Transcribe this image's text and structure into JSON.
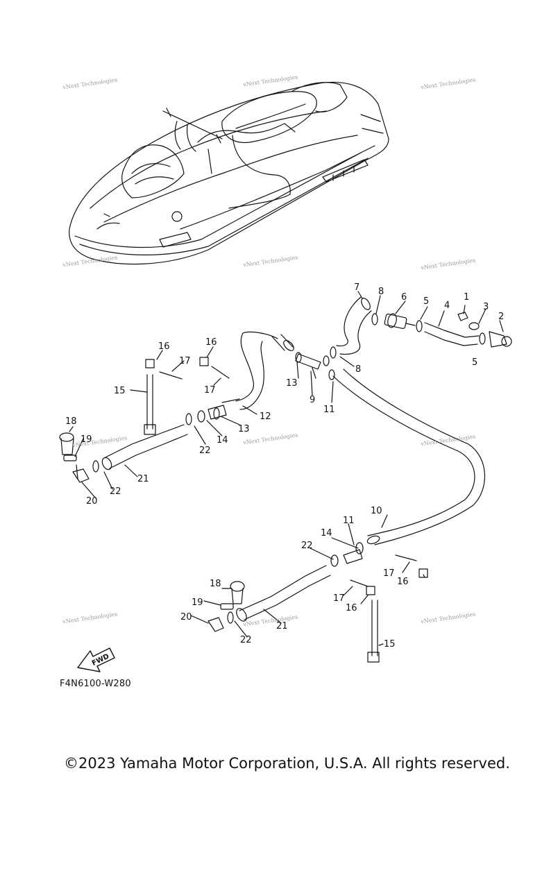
{
  "watermark": "vNext Technologies",
  "diagram_code": "F4N6100-W280",
  "fwd_label": "FWD",
  "copyright": "©2023 Yamaha Motor Corporation, U.S.A. All rights reserved.",
  "callouts": [
    {
      "id": "c1",
      "text": "1"
    },
    {
      "id": "c2",
      "text": "2"
    },
    {
      "id": "c3",
      "text": "3"
    },
    {
      "id": "c4",
      "text": "4"
    },
    {
      "id": "c5a",
      "text": "5"
    },
    {
      "id": "c5b",
      "text": "5"
    },
    {
      "id": "c6",
      "text": "6"
    },
    {
      "id": "c7",
      "text": "7"
    },
    {
      "id": "c8a",
      "text": "8"
    },
    {
      "id": "c8b",
      "text": "8"
    },
    {
      "id": "c9",
      "text": "9"
    },
    {
      "id": "c10",
      "text": "10"
    },
    {
      "id": "c11a",
      "text": "11"
    },
    {
      "id": "c11b",
      "text": "11"
    },
    {
      "id": "c12",
      "text": "12"
    },
    {
      "id": "c13a",
      "text": "13"
    },
    {
      "id": "c13b",
      "text": "13"
    },
    {
      "id": "c14a",
      "text": "14"
    },
    {
      "id": "c14b",
      "text": "14"
    },
    {
      "id": "c15a",
      "text": "15"
    },
    {
      "id": "c15b",
      "text": "15"
    },
    {
      "id": "c16a",
      "text": "16"
    },
    {
      "id": "c16b",
      "text": "16"
    },
    {
      "id": "c16c",
      "text": "16"
    },
    {
      "id": "c16d",
      "text": "16"
    },
    {
      "id": "c17a",
      "text": "17"
    },
    {
      "id": "c17b",
      "text": "17"
    },
    {
      "id": "c17c",
      "text": "17"
    },
    {
      "id": "c17d",
      "text": "17"
    },
    {
      "id": "c18a",
      "text": "18"
    },
    {
      "id": "c18b",
      "text": "18"
    },
    {
      "id": "c19a",
      "text": "19"
    },
    {
      "id": "c19b",
      "text": "19"
    },
    {
      "id": "c20a",
      "text": "20"
    },
    {
      "id": "c20b",
      "text": "20"
    },
    {
      "id": "c21a",
      "text": "21"
    },
    {
      "id": "c21b",
      "text": "21"
    },
    {
      "id": "c22a",
      "text": "22"
    },
    {
      "id": "c22b",
      "text": "22"
    },
    {
      "id": "c22c",
      "text": "22"
    },
    {
      "id": "c22d",
      "text": "22"
    }
  ]
}
